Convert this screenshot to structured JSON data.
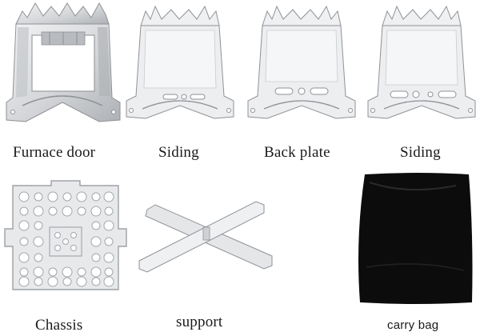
{
  "parts": [
    {
      "id": "furnace-door",
      "label": "Furnace door"
    },
    {
      "id": "siding-left",
      "label": "Siding"
    },
    {
      "id": "back-plate",
      "label": "Back plate"
    },
    {
      "id": "siding-right",
      "label": "Siding"
    },
    {
      "id": "chassis",
      "label": "Chassis"
    },
    {
      "id": "support",
      "label": "support"
    },
    {
      "id": "carry-bag",
      "label": "carry bag"
    }
  ],
  "colors": {
    "steel_light": "#e9eaec",
    "steel_mid": "#c9cbce",
    "steel_edge": "#8f9296",
    "bag": "#0c0c0c"
  }
}
